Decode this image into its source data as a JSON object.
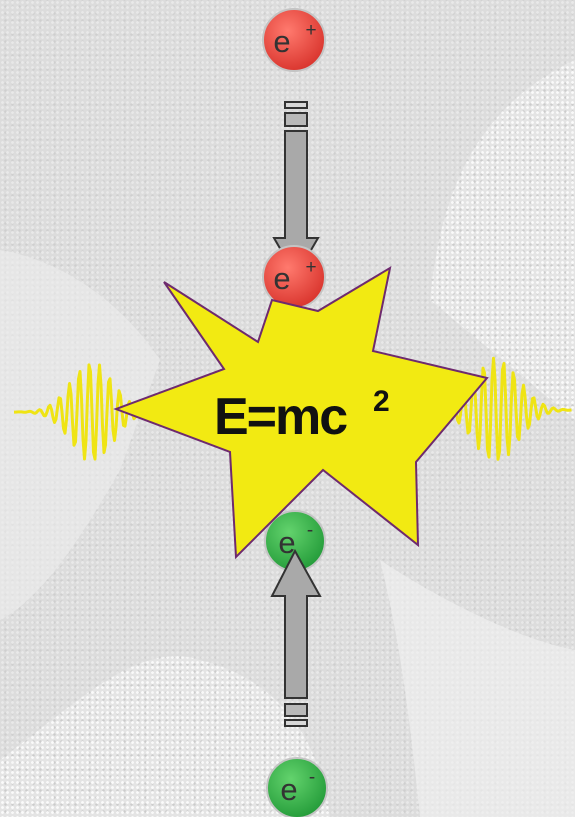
{
  "diagram": {
    "equation": {
      "base": "E=mc",
      "superscript": "2"
    },
    "particles": {
      "positron_label": "e",
      "positron_charge": "+",
      "electron_label": "e",
      "electron_charge": "-"
    },
    "colors": {
      "positron": "#e8413a",
      "electron": "#33b54a",
      "burst_fill": "#f2ea12",
      "burst_outline": "#6e2a6e",
      "arrow_fill": "#a9a9a9",
      "arrow_stroke": "#333333",
      "photon_wave": "#efe414"
    },
    "icons": [
      "explosion-burst",
      "photon-wave",
      "arrow-down",
      "arrow-up"
    ]
  }
}
